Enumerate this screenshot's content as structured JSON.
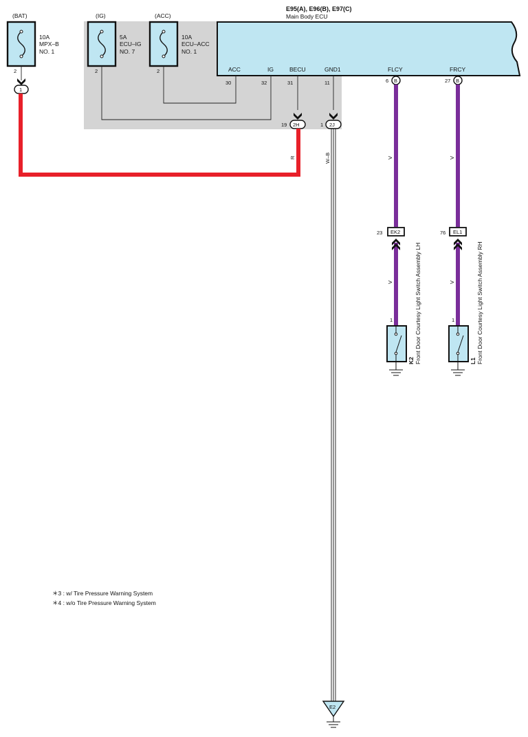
{
  "ecu": {
    "connectors": "E95(A), E96(B), E97(C)",
    "name": "Main Body ECU",
    "terminals": [
      {
        "label": "ACC",
        "pin": "30"
      },
      {
        "label": "IG",
        "pin": "32"
      },
      {
        "label": "BECU",
        "pin": "31"
      },
      {
        "label": "GND1",
        "pin": "11"
      },
      {
        "label": "FLCY",
        "pin": "6",
        "connector": "B"
      },
      {
        "label": "FRCY",
        "pin": "27",
        "connector": "B"
      }
    ]
  },
  "fuses": [
    {
      "source": "(BAT)",
      "rating": "10A",
      "name": "MPX–B",
      "number": "NO. 1",
      "pin": "2"
    },
    {
      "source": "(IG)",
      "rating": "5A",
      "name": "ECU–IG",
      "number": "NO. 7",
      "pin": "2"
    },
    {
      "source": "(ACC)",
      "rating": "10A",
      "name": "ECU–ACC",
      "number": "NO. 1",
      "pin": "2"
    }
  ],
  "junctions": [
    {
      "id": "bat-junction",
      "label": "1"
    },
    {
      "id": "junction-2h",
      "label": "2H",
      "pin": "19"
    },
    {
      "id": "junction-2j",
      "label": "2J",
      "pin": "1"
    }
  ],
  "wires": {
    "red": {
      "color_code": "R",
      "color": "#e8202a"
    },
    "white_black": {
      "color_code": "W–B"
    },
    "violet": {
      "color_code": "V",
      "color": "#7a2e9a"
    }
  },
  "connectors": [
    {
      "id": "EK2",
      "pin": "23"
    },
    {
      "id": "EL1",
      "pin": "76"
    }
  ],
  "switches": [
    {
      "code": "K2",
      "name": "Front Door Courtesy Light Switch Assembly LH",
      "pin": "1"
    },
    {
      "code": "L1",
      "name": "Front Door Courtesy Light Switch Assembly RH",
      "pin": "1"
    }
  ],
  "ground": {
    "label": "E2"
  },
  "notes": [
    "＊3 : w/ Tire Pressure Warning System",
    "＊4 : w/o Tire Pressure Warning System"
  ],
  "colors": {
    "component_fill": "#bfe6f2",
    "shade": "#d4d4d4",
    "red_wire": "#e8202a",
    "violet_wire": "#7a2e9a"
  }
}
